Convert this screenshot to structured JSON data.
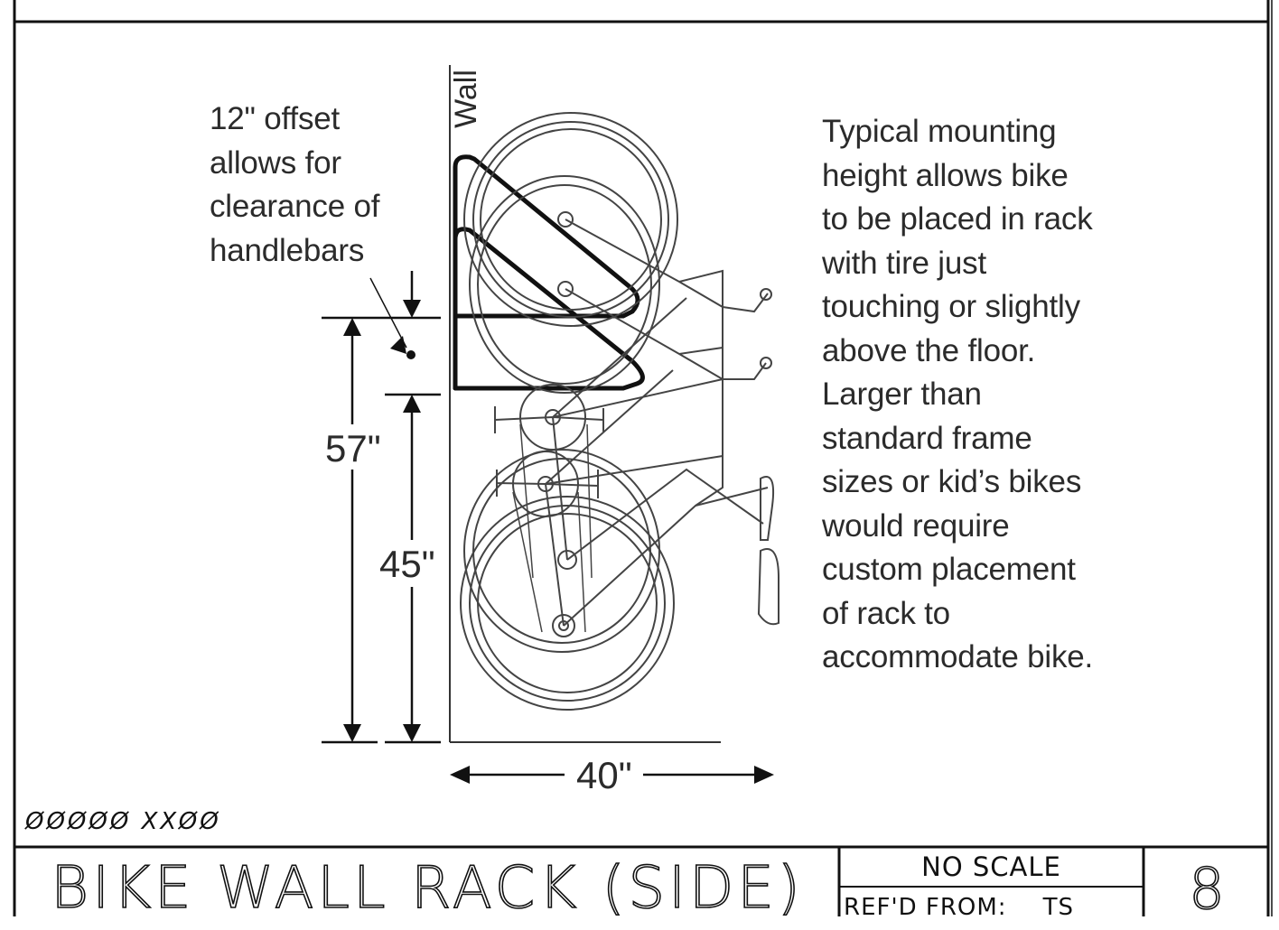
{
  "diagram": {
    "wall_label": "Wall",
    "offset_note": [
      "12\" offset",
      "allows for",
      "clearance of",
      "handlebars"
    ],
    "mounting_note": [
      "Typical mounting",
      "height allows bike",
      "to be placed in rack",
      "with tire just",
      "touching or slightly",
      "above the floor.",
      "Larger than",
      "standard frame",
      "sizes or kid’s bikes",
      "would require",
      "custom placement",
      "of rack to",
      "accommodate bike."
    ],
    "dimensions": {
      "height_total": "57\"",
      "height_lower": "45\"",
      "depth": "40\""
    }
  },
  "title_block": {
    "stamp": "ØØØØØ XXØØ",
    "title": "BIKE WALL RACK (SIDE)",
    "scale": "NO SCALE",
    "ref_label": "REF'D FROM:",
    "ref_value": "TS",
    "sheet_number": "8"
  }
}
